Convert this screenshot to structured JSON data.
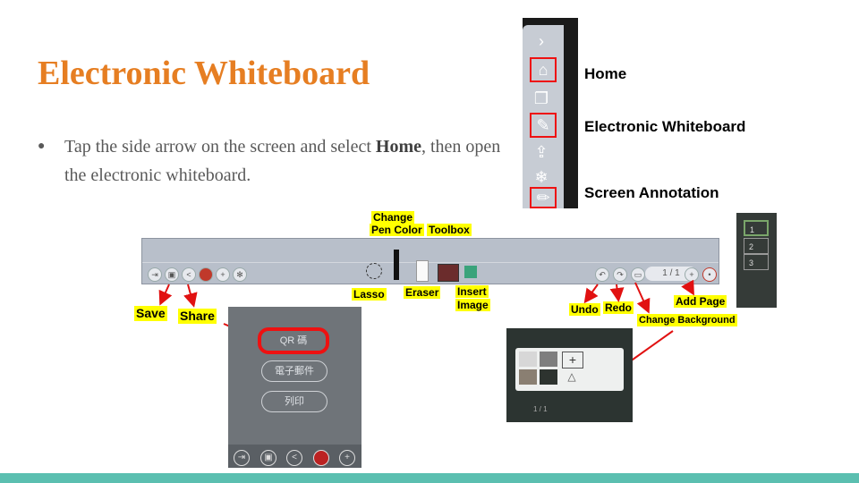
{
  "slide": {
    "title": "Electronic Whiteboard",
    "bullet_prefix": "Tap the side arrow on the screen and select ",
    "bullet_bold": "Home",
    "bullet_suffix": ", then open the electronic whiteboard."
  },
  "side_menu": {
    "labels": {
      "home": "Home",
      "whiteboard": "Electronic Whiteboard",
      "annotation": "Screen Annotation"
    }
  },
  "toolbar_labels": {
    "change_pen_color_1": "Change",
    "change_pen_color_2": "Pen Color",
    "toolbox": "Toolbox",
    "lasso": "Lasso",
    "eraser": "Eraser",
    "insert_image_1": "Insert",
    "insert_image_2": "Image",
    "save": "Save",
    "share": "Share",
    "undo": "Undo",
    "redo": "Redo",
    "change_background": "Change Background",
    "add_page": "Add Page",
    "page_indicator": "1 / 1"
  },
  "share_menu": {
    "qr_code": "QR 碼",
    "email": "電子郵件",
    "print": "列印"
  },
  "background_picker": {
    "page_indicator": "1 / 1"
  },
  "page_list": {
    "pages": [
      "1",
      "2",
      "3"
    ]
  },
  "colors": {
    "title": "#e67e22",
    "bottom_bar": "#5bbfb0",
    "highlight": "#ffff00",
    "annotation_red": "#e11111"
  },
  "icons": [
    "chevron-right-icon",
    "home-icon",
    "windows-icon",
    "whiteboard-icon",
    "screen-share-icon",
    "freeze-icon",
    "pen-icon"
  ]
}
